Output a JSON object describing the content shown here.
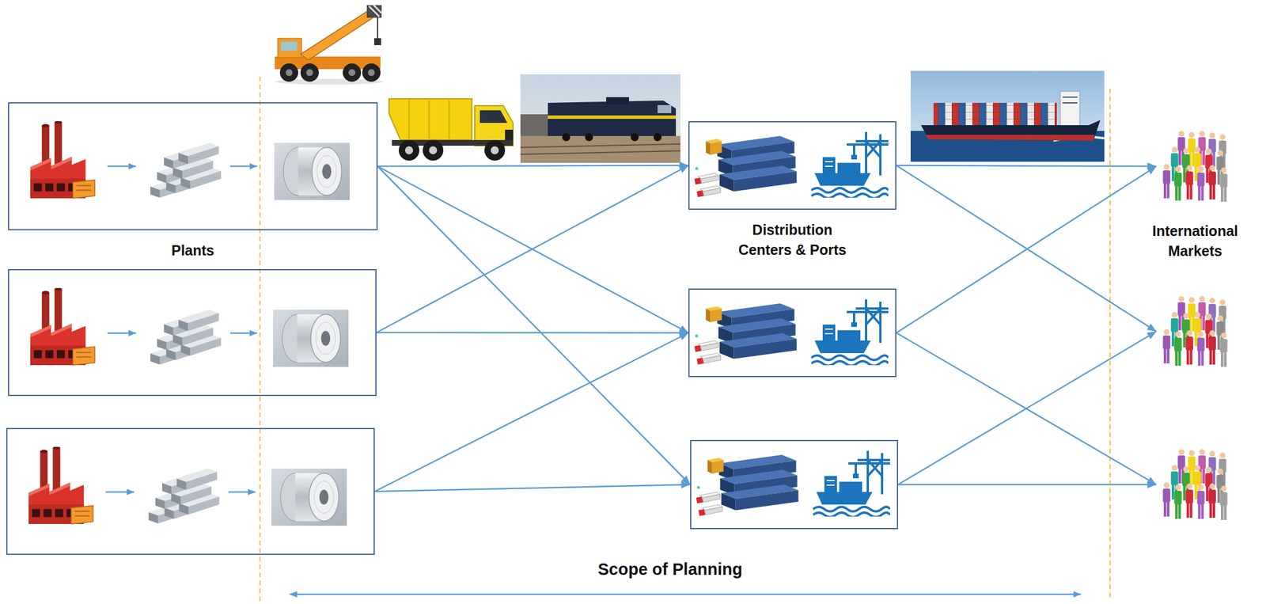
{
  "diagram": {
    "nodes": [
      {
        "text": [
          "Plants"
        ]
      },
      {
        "text": []
      },
      {
        "text": []
      },
      {
        "text": [
          "Distribution Centers & Ports"
        ]
      },
      {
        "text": []
      },
      {
        "text": []
      },
      {
        "text": [
          "International Markets"
        ]
      },
      {
        "text": []
      },
      {
        "text": []
      }
    ],
    "edges": [
      {
        "from": 0,
        "to": 3,
        "arrow": "to"
      },
      {
        "from": 0,
        "to": 4,
        "arrow": "to"
      },
      {
        "from": 0,
        "to": 5,
        "arrow": "to"
      },
      {
        "from": 1,
        "to": 3,
        "arrow": "to"
      },
      {
        "from": 1,
        "to": 4,
        "arrow": "to"
      },
      {
        "from": 2,
        "to": 4,
        "arrow": "to"
      },
      {
        "from": 2,
        "to": 5,
        "arrow": "to"
      },
      {
        "from": 3,
        "to": 6,
        "arrow": "to"
      },
      {
        "from": 3,
        "to": 7,
        "arrow": "to"
      },
      {
        "from": 4,
        "to": 6,
        "arrow": "to"
      },
      {
        "from": 4,
        "to": 8,
        "arrow": "to"
      },
      {
        "from": 5,
        "to": 7,
        "arrow": "to"
      },
      {
        "from": 5,
        "to": 8,
        "arrow": "to"
      }
    ],
    "labels": [
      "Scope of Planning"
    ]
  }
}
